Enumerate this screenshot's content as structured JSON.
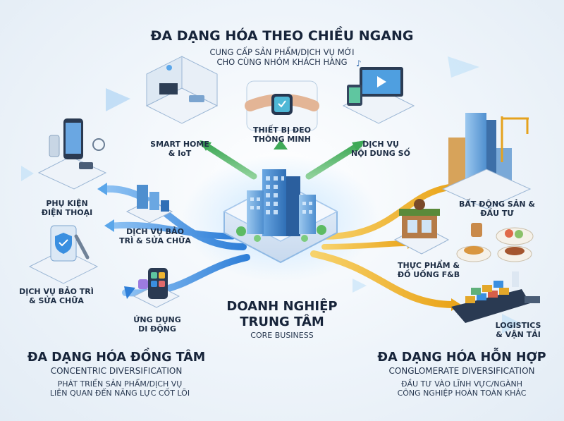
{
  "horizontal": {
    "title": "ĐA DẠNG HÓA THEO CHIỀU NGANG",
    "subtitle_line1": "CUNG CẤP SẢN PHẨM/DỊCH VỤ MỚI",
    "subtitle_line2": "CHO CÙNG NHÓM KHÁCH HÀNG",
    "items": {
      "smart_home": [
        "SMART HOME",
        "& IoT"
      ],
      "wearable": [
        "THIẾT BỊ ĐEO",
        "THÔNG MINH"
      ],
      "digital_content": [
        "DỊCH VỤ",
        "NỘI DUNG SỐ"
      ]
    },
    "color": "#4caf50"
  },
  "center": {
    "title_line1": "DOANH NGHIỆP",
    "title_line2": "TRUNG TÂM",
    "subtitle": "CORE BUSINESS"
  },
  "concentric": {
    "title": "ĐA DẠNG HÓA ĐỒNG TÂM",
    "english": "CONCENTRIC DIVERSIFICATION",
    "desc_line1": "PHÁT TRIỂN SẢN PHẨM/DỊCH VỤ",
    "desc_line2": "LIÊN QUAN ĐẾN NĂNG LỰC CỐT LÕI",
    "items": {
      "phone_accessories": [
        "PHỤ KIỆN",
        "ĐIỆN THOẠI"
      ],
      "repair_mid": [
        "DỊCH VỤ BẢO",
        "TRÌ & SỬA CHỮA"
      ],
      "repair_left": [
        "DỊCH VỤ BẢO TRÌ",
        "& SỬA CHỮA"
      ],
      "mobile_apps": [
        "ỨNG DỤNG",
        "DI ĐỘNG"
      ]
    },
    "color": "#3a8fe0"
  },
  "conglomerate": {
    "title": "ĐA DẠNG HÓA HỖN HỢP",
    "english": "CONGLOMERATE DIVERSIFICATION",
    "desc_line1": "ĐẦU TƯ VÀO LĨNH VỰC/NGÀNH",
    "desc_line2": "CÔNG NGHIỆP HOÀN TOÀN KHÁC",
    "items": {
      "real_estate": [
        "BẤT ĐỘNG SẢN &",
        "ĐẦU TƯ"
      ],
      "fnb": [
        "THỰC PHẨM &",
        "ĐỒ UỐNG F&B"
      ],
      "logistics": [
        "LOGISTICS",
        "& VẬN TẢI"
      ]
    },
    "color": "#f0b530"
  }
}
